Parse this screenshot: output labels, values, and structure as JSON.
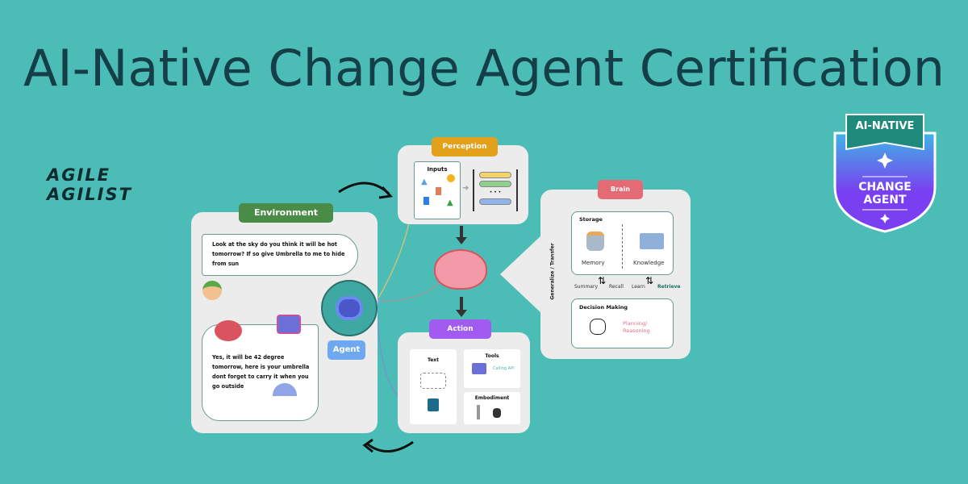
{
  "title": "AI-Native Change Agent Certification",
  "logo": {
    "line1": "AGILE",
    "line2": "AGILIST"
  },
  "badge": {
    "top": "AI-NATIVE",
    "line1": "CHANGE",
    "line2": "AGENT"
  },
  "environment": {
    "label": "Environment",
    "user_message": "Look at the sky do you think it will be hot tomorrow? If so give Umbrella to me to hide from sun",
    "agent_reply": "Yes, it will be 42 degree tomorrow, here is your umbrella dont forget to carry it when you go outside"
  },
  "agent": {
    "label": "Agent"
  },
  "perception": {
    "label": "Perception",
    "inputs": "Inputs"
  },
  "action": {
    "label": "Action",
    "text": "Text",
    "tools": "Tools",
    "calling_api": "Calling API",
    "embodiment": "Embodiment"
  },
  "brain": {
    "label": "Brain",
    "storage": "Storage",
    "memory": "Memory",
    "knowledge": "Knowledge",
    "summary": "Summary",
    "recall": "Recall",
    "learn": "Learn",
    "retrieve": "Retrieve",
    "decision_making": "Decision Making",
    "planning": "Planning/ Reasoning",
    "side": "Generalize / Transfer"
  },
  "colors": {
    "background": "#4bbcb6",
    "title": "#153f48",
    "environment": "#4a8c47",
    "perception": "#e2a01b",
    "action": "#a15bf0",
    "brain": "#e46b76",
    "agent": "#6ea7f2"
  }
}
